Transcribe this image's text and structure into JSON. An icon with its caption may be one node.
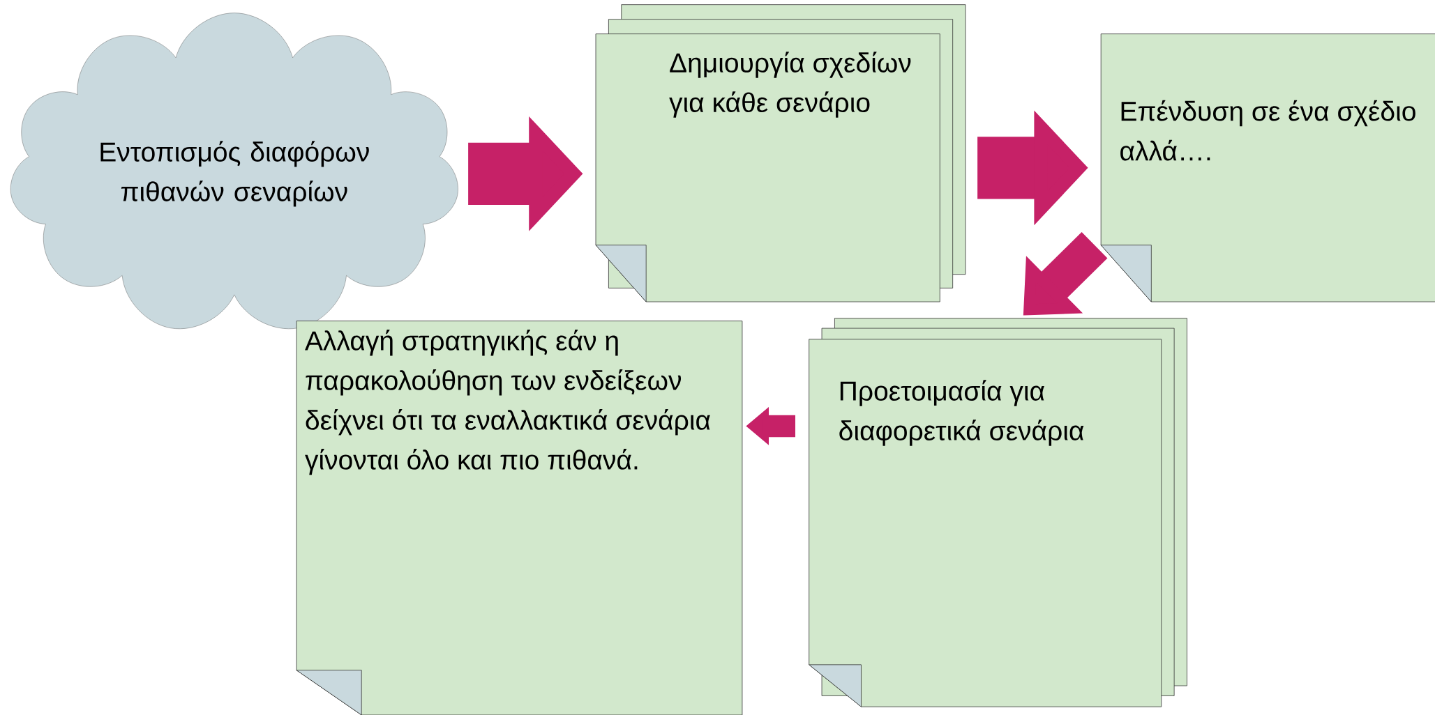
{
  "diagram": {
    "nodes": [
      {
        "text": [
          "Εντοπισμός διαφόρων πιθανών σεναρίων"
        ]
      },
      {
        "text": [
          "Δημιουργία σχεδίων για κάθε σενάριο"
        ]
      },
      {
        "text": [
          "Επένδυση σε ένα σχέδιο αλλά…."
        ]
      },
      {
        "text": [
          "Προετοιμασία για διαφορετικά σενάρια"
        ]
      },
      {
        "text": [
          "Αλλαγή στρατηγικής εάν η παρακολούθηση των ενδείξεων δείχνει ότι τα εναλλακτικά σενάρια γίνονται όλο και πιο πιθανά."
        ]
      }
    ],
    "edges": [
      {
        "from": 0,
        "to": 1,
        "arrow": "to"
      },
      {
        "from": 1,
        "to": 2,
        "arrow": "to"
      },
      {
        "from": 2,
        "to": 3,
        "arrow": "to"
      },
      {
        "from": 3,
        "to": 4,
        "arrow": "to"
      }
    ]
  }
}
